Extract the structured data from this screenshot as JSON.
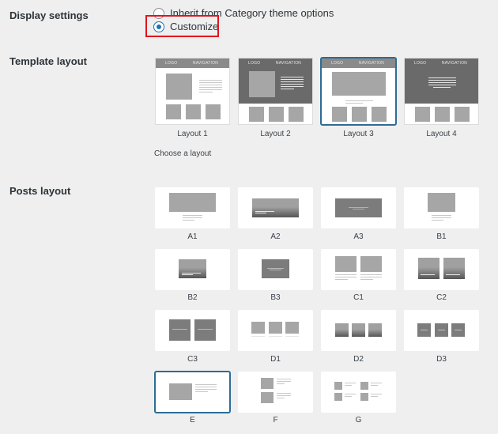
{
  "display_settings": {
    "label": "Display settings",
    "options": [
      {
        "label": "Inherit from Category theme options",
        "checked": false
      },
      {
        "label": "Customize",
        "checked": true
      }
    ]
  },
  "template_layout": {
    "label": "Template layout",
    "header_logo": "LOGO",
    "header_nav": "NAVIGATION",
    "layouts": [
      {
        "label": "Layout 1",
        "selected": false
      },
      {
        "label": "Layout 2",
        "selected": false
      },
      {
        "label": "Layout 3",
        "selected": true
      },
      {
        "label": "Layout 4",
        "selected": false
      }
    ],
    "hint": "Choose a layout"
  },
  "posts_layout": {
    "label": "Posts layout",
    "layouts": [
      {
        "label": "A1"
      },
      {
        "label": "A2"
      },
      {
        "label": "A3"
      },
      {
        "label": "B1"
      },
      {
        "label": "B2"
      },
      {
        "label": "B3"
      },
      {
        "label": "C1"
      },
      {
        "label": "C2"
      },
      {
        "label": "C3"
      },
      {
        "label": "D1"
      },
      {
        "label": "D2"
      },
      {
        "label": "D3"
      },
      {
        "label": "E",
        "selected": true
      },
      {
        "label": "F"
      },
      {
        "label": "G"
      }
    ]
  },
  "colors": {
    "accent": "#2271b1",
    "selected_border": "#2e6c96",
    "highlight": "#e0141e",
    "background": "#efefef"
  }
}
